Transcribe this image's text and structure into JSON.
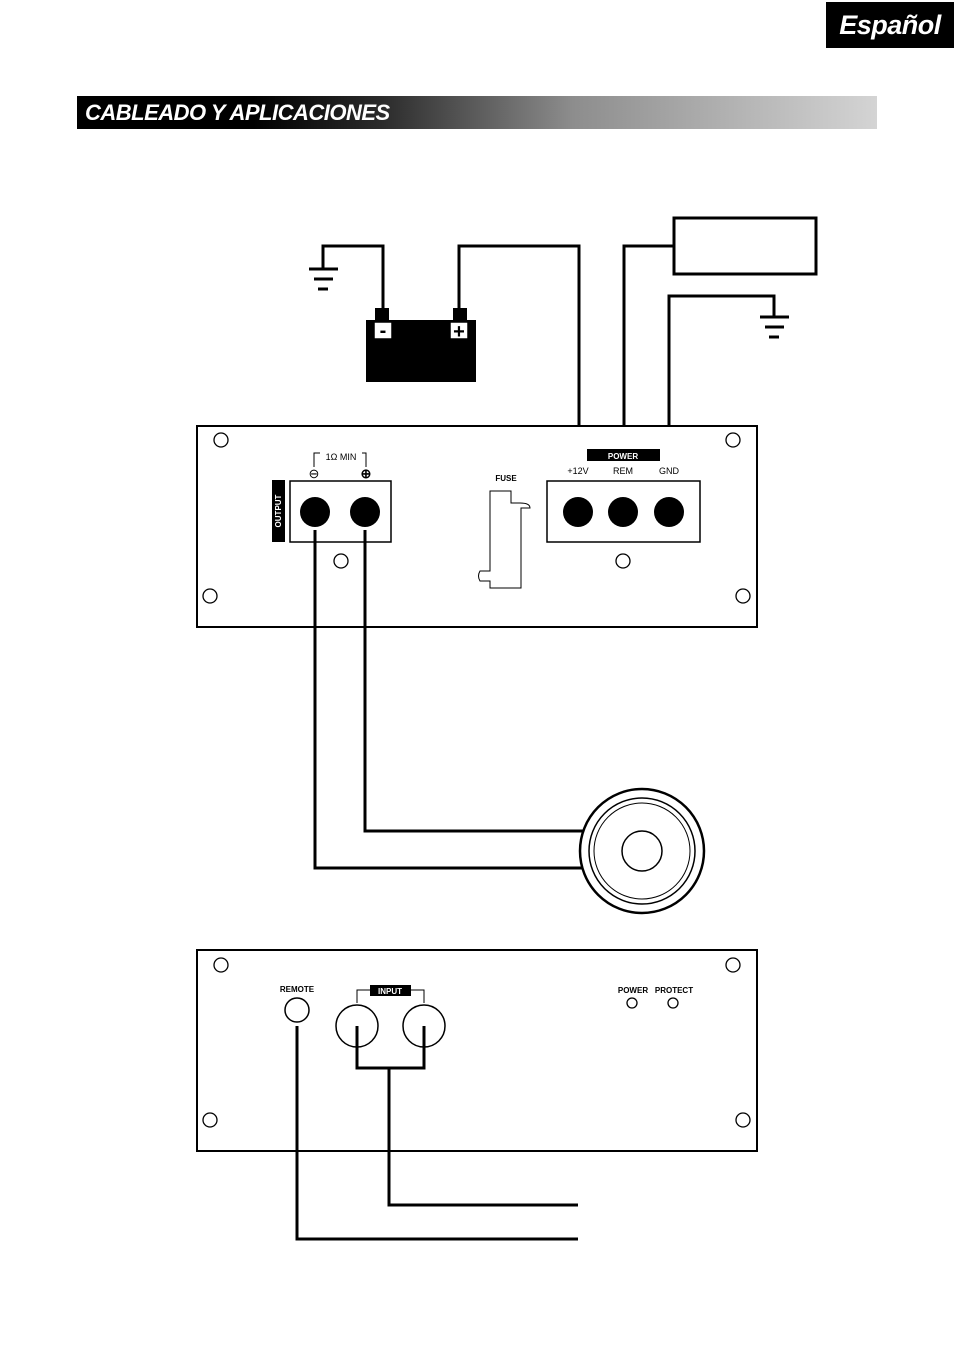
{
  "header": {
    "language_tab": "Español",
    "section_title": "CABLEADO Y APLICACIONES"
  },
  "battery": {
    "negative_sign": "-",
    "positive_sign": "+"
  },
  "top_panel": {
    "output_label": "OUTPUT",
    "impedance_label": "1Ω MIN",
    "output_minus": "⊖",
    "output_plus": "⊕",
    "fuse_label": "FUSE",
    "power_label": "POWER",
    "terminal_12v": "+12V",
    "terminal_rem": "REM",
    "terminal_gnd": "GND"
  },
  "bottom_panel": {
    "remote_label": "REMOTE",
    "input_label": "INPUT",
    "power_led_label": "POWER",
    "protect_led_label": "PROTECT"
  },
  "colors": {
    "ink": "#000000",
    "paper": "#ffffff"
  }
}
